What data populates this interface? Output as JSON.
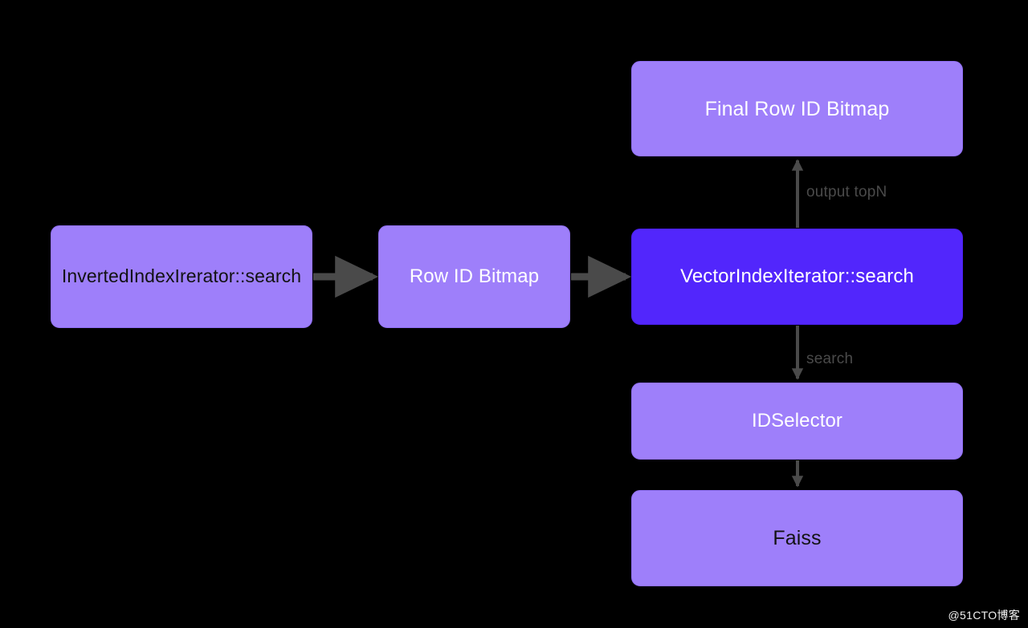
{
  "diagram": {
    "background_color": "#000000",
    "node_fill_light": "#9e7ffa",
    "node_fill_dark": "#5226fc",
    "edge_color": "#4a4a4a",
    "nodes": [
      {
        "id": "inverted-index-iterator-search",
        "label": "InvertedIndexIrerator::search"
      },
      {
        "id": "row-id-bitmap",
        "label": "Row ID Bitmap"
      },
      {
        "id": "vector-index-iterator-search",
        "label": "VectorIndexIterator::search"
      },
      {
        "id": "final-row-id-bitmap",
        "label": "Final Row ID Bitmap"
      },
      {
        "id": "id-selector",
        "label": "IDSelector"
      },
      {
        "id": "faiss",
        "label": "Faiss"
      }
    ],
    "edges": [
      {
        "from": "inverted-index-iterator-search",
        "to": "row-id-bitmap",
        "label": ""
      },
      {
        "from": "row-id-bitmap",
        "to": "vector-index-iterator-search",
        "label": ""
      },
      {
        "from": "vector-index-iterator-search",
        "to": "final-row-id-bitmap",
        "label": "output topN"
      },
      {
        "from": "vector-index-iterator-search",
        "to": "id-selector",
        "label": "search"
      },
      {
        "from": "id-selector",
        "to": "faiss",
        "label": ""
      }
    ]
  },
  "watermark": {
    "text": "@51CTO博客"
  }
}
